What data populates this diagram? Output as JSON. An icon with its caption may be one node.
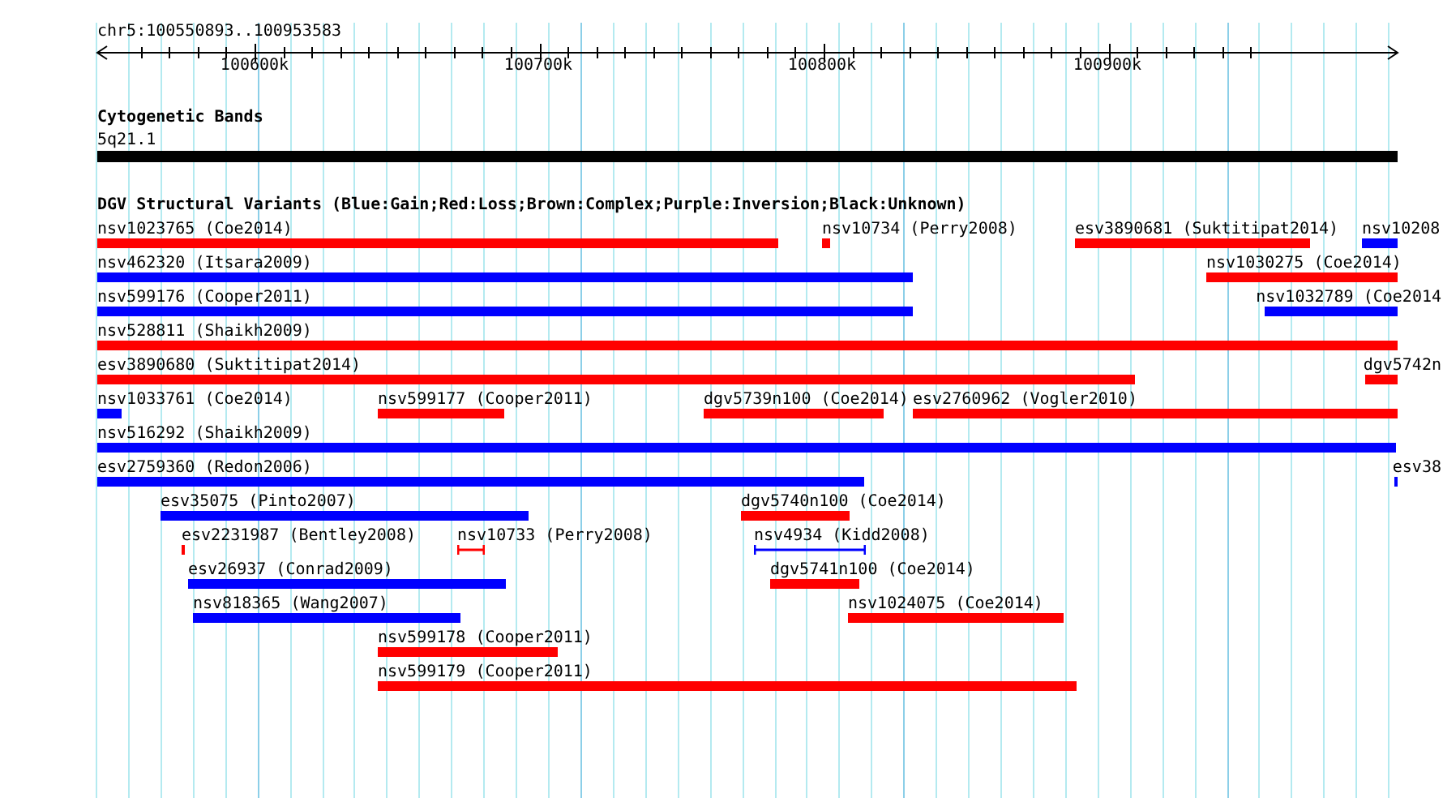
{
  "diagram": {
    "nodes": [
      {
        "text": [
          "5q21.1"
        ]
      },
      {
        "text": [
          "nsv1023765 (Coe2014)"
        ]
      },
      {
        "text": [
          "nsv10734 (Perry2008)"
        ]
      },
      {
        "text": [
          "esv3890681 (Suktitipat2014)"
        ]
      },
      {
        "text": [
          "nsv10208"
        ]
      },
      {
        "text": [
          "nsv462320 (Itsara2009)"
        ]
      },
      {
        "text": [
          "nsv1030275 (Coe2014)"
        ]
      },
      {
        "text": [
          "nsv599176 (Cooper2011)"
        ]
      },
      {
        "text": [
          "nsv1032789 (Coe2014"
        ]
      },
      {
        "text": [
          "nsv528811 (Shaikh2009)"
        ]
      },
      {
        "text": [
          "esv3890680 (Suktitipat2014)"
        ]
      },
      {
        "text": [
          "dgv5742n"
        ]
      },
      {
        "text": [
          "nsv1033761 (Coe2014)"
        ]
      },
      {
        "text": [
          "nsv599177 (Cooper2011)"
        ]
      },
      {
        "text": [
          "dgv5739n100 (Coe2014)"
        ]
      },
      {
        "text": [
          "esv2760962 (Vogler2010)"
        ]
      },
      {
        "text": [
          "nsv516292 (Shaikh2009)"
        ]
      },
      {
        "text": [
          "esv2759360 (Redon2006)"
        ]
      },
      {
        "text": [
          "esv38"
        ]
      },
      {
        "text": [
          "esv35075 (Pinto2007)"
        ]
      },
      {
        "text": [
          "dgv5740n100 (Coe2014)"
        ]
      },
      {
        "text": [
          "esv2231987 (Bentley2008)"
        ]
      },
      {
        "text": [
          "nsv10733 (Perry2008)"
        ]
      },
      {
        "text": [
          "nsv4934 (Kidd2008)"
        ]
      },
      {
        "text": [
          "esv26937 (Conrad2009)"
        ]
      },
      {
        "text": [
          "dgv5741n100 (Coe2014)"
        ]
      },
      {
        "text": [
          "nsv818365 (Wang2007)"
        ]
      },
      {
        "text": [
          "nsv1024075 (Coe2014)"
        ]
      },
      {
        "text": [
          "nsv599178 (Cooper2011)"
        ]
      },
      {
        "text": [
          "nsv599179 (Cooper2011)"
        ]
      }
    ],
    "labels": [
      "chr5:100550893..100953583",
      "100600k",
      "100700k",
      "100800k",
      "100900k",
      "Cytogenetic Bands",
      "DGV Structural Variants (Blue:Gain;Red:Loss;Brown:Complex;Purple:Inversion;Black:Unknown)"
    ]
  }
}
